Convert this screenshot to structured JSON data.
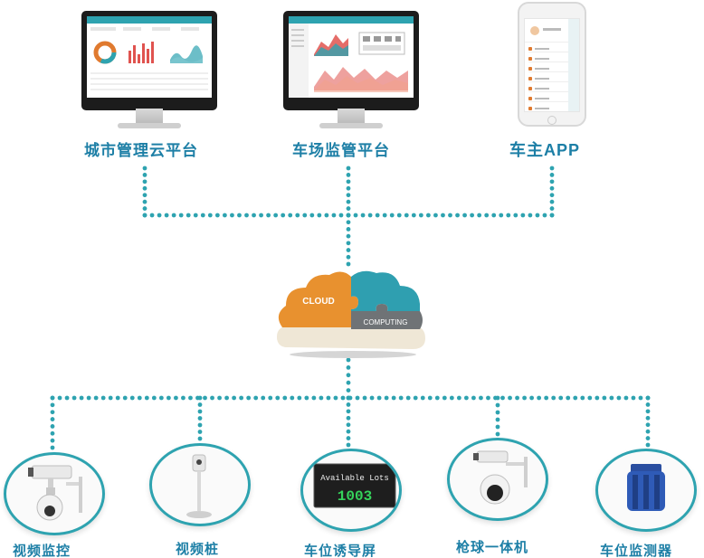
{
  "platforms": [
    {
      "label": "城市管理云平台"
    },
    {
      "label": "车场监管平台"
    },
    {
      "label": "车主APP"
    }
  ],
  "cloud": {
    "top_text": "CLOUD",
    "bottom_text": "COMPUTING"
  },
  "devices": [
    {
      "label": "视频监控"
    },
    {
      "label": "视频桩"
    },
    {
      "label": "车位诱导屏"
    },
    {
      "label": "枪球一体机"
    },
    {
      "label": "车位监测器"
    }
  ],
  "guidance_screen": {
    "line1": "Available Lots",
    "line2": "1003"
  },
  "colors": {
    "accent": "#2ea3b0",
    "label_blue": "#1d7fa6",
    "cloud_orange": "#e8912f",
    "cloud_teal": "#2f9fb0",
    "cloud_gray": "#6f7376",
    "cloud_cream": "#efe7d6",
    "led_green": "#35d35b"
  }
}
